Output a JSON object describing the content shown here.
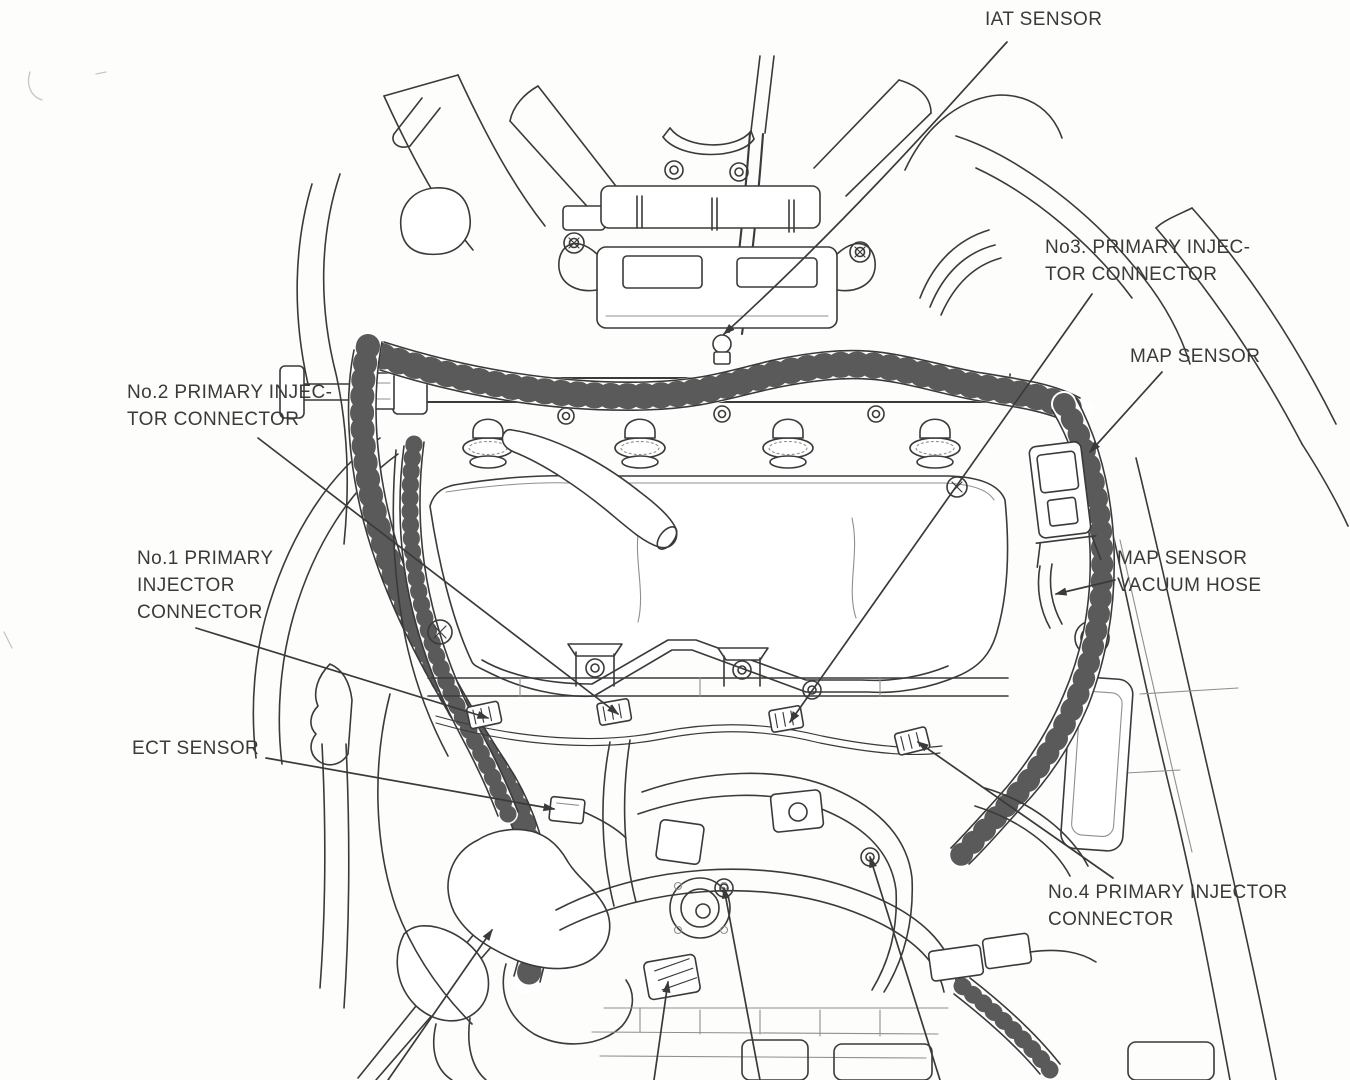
{
  "colors": {
    "ink": "#3a3a3a",
    "paper": "#fdfdfc"
  },
  "labels": {
    "iat_sensor": {
      "lines": [
        "IAT SENSOR"
      ]
    },
    "no3_primary_injector_connector": {
      "lines": [
        "No3. PRIMARY INJEC-",
        "TOR CONNECTOR"
      ]
    },
    "map_sensor": {
      "lines": [
        "MAP SENSOR"
      ]
    },
    "no2_primary_injector_connector": {
      "lines": [
        "No.2 PRIMARY INJEC-",
        "TOR CONNECTOR"
      ]
    },
    "no1_primary_injector_connector": {
      "lines": [
        "No.1 PRIMARY",
        "INJECTOR",
        "CONNECTOR"
      ]
    },
    "map_sensor_vacuum_hose": {
      "lines": [
        "MAP SENSOR",
        "VACUUM HOSE"
      ]
    },
    "ect_sensor": {
      "lines": [
        "ECT SENSOR"
      ]
    },
    "no4_primary_injector_connector": {
      "lines": [
        "No.4 PRIMARY INJECTOR",
        "CONNECTOR"
      ]
    }
  }
}
